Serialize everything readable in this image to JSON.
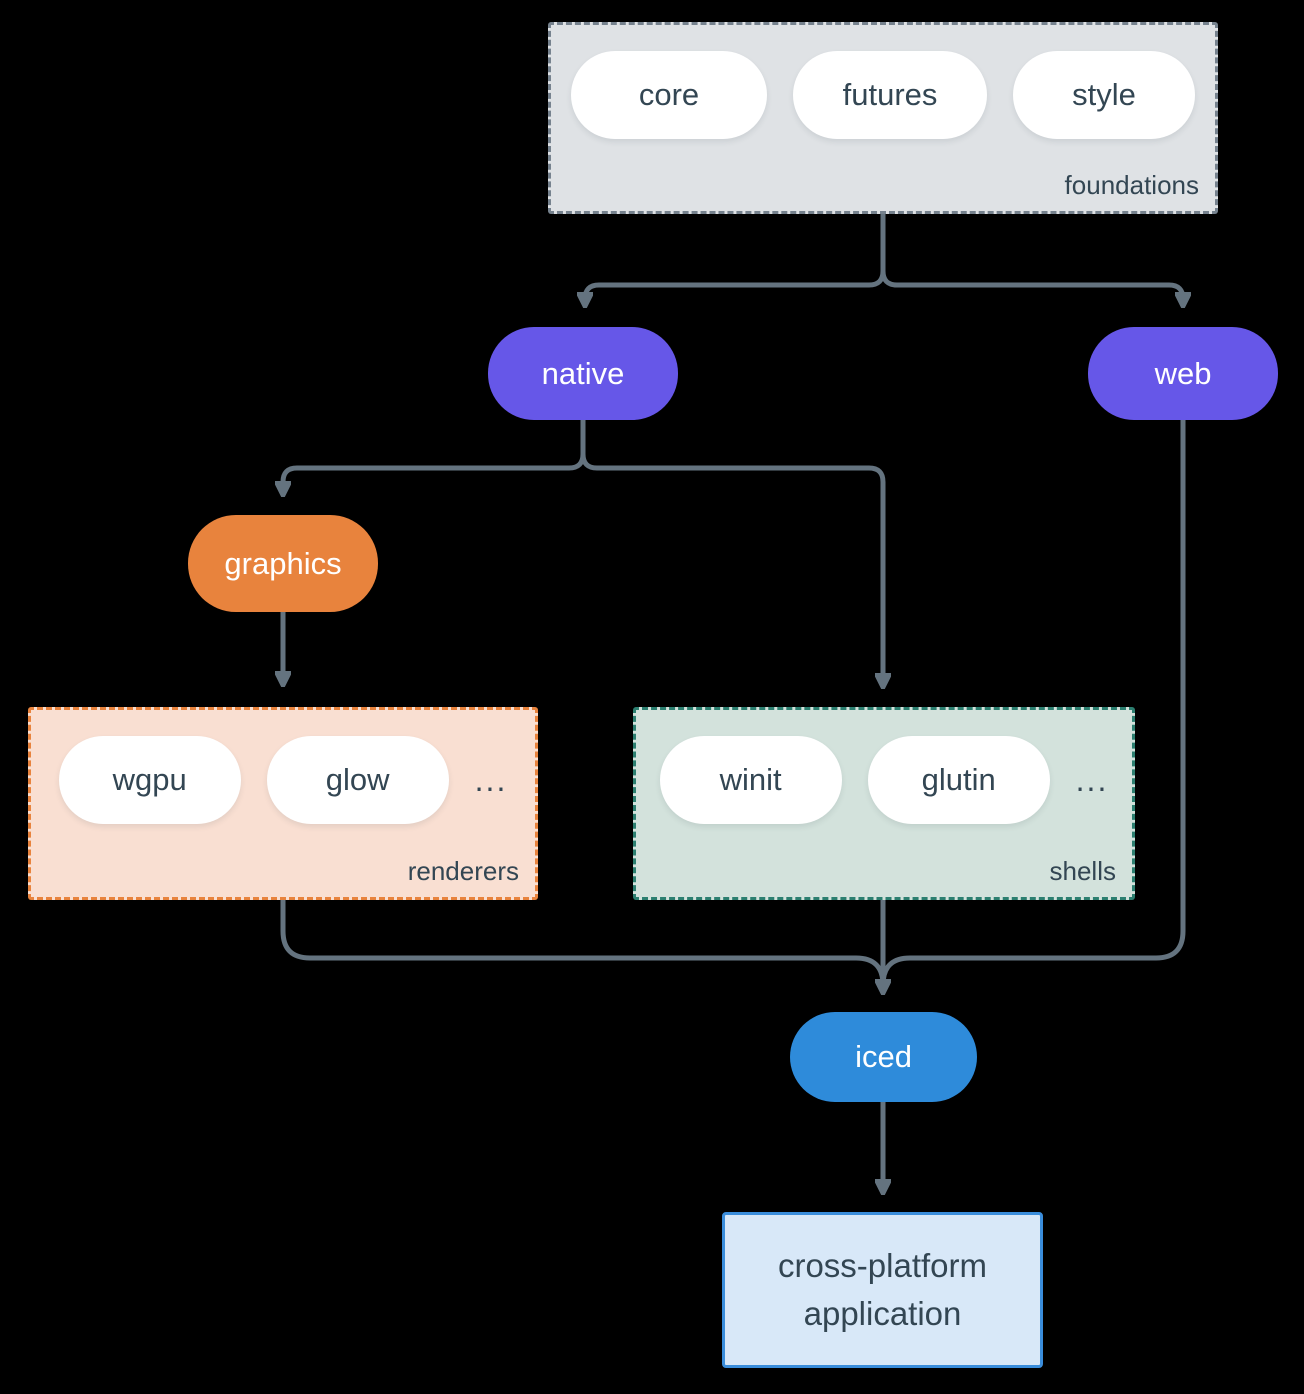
{
  "diagram": {
    "groups": {
      "foundations": {
        "label": "foundations",
        "pills": [
          "core",
          "futures",
          "style"
        ]
      },
      "renderers": {
        "label": "renderers",
        "pills": [
          "wgpu",
          "glow"
        ],
        "ellipsis": "..."
      },
      "shells": {
        "label": "shells",
        "pills": [
          "winit",
          "glutin"
        ],
        "ellipsis": "..."
      }
    },
    "nodes": {
      "native": {
        "label": "native"
      },
      "web": {
        "label": "web"
      },
      "graphics": {
        "label": "graphics"
      },
      "iced": {
        "label": "iced"
      },
      "application": {
        "line1": "cross-platform",
        "line2": "application"
      }
    },
    "colors": {
      "background": "#000000",
      "connector": "#64737f",
      "purple": "#6657e8",
      "orange": "#e8833d",
      "blue": "#2e8bda",
      "foundations_fill": "#dfe2e5",
      "foundations_border": "#76828e",
      "renderers_fill": "#f9dfd2",
      "renderers_border": "#e8833d",
      "shells_fill": "#d3e2dc",
      "shells_border": "#2c7f70",
      "application_fill": "#d8e8f8",
      "application_border": "#3a8ddb",
      "text_dark": "#334653",
      "text_light": "#ffffff"
    }
  }
}
